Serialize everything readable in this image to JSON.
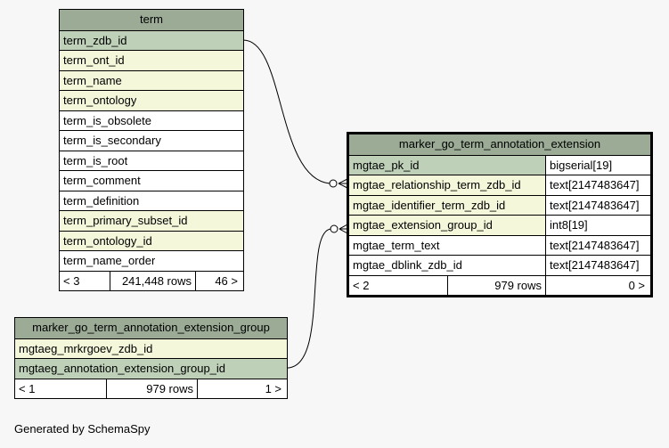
{
  "term": {
    "title": "term",
    "columns": [
      "term_zdb_id",
      "term_ont_id",
      "term_name",
      "term_ontology",
      "term_is_obsolete",
      "term_is_secondary",
      "term_is_root",
      "term_comment",
      "term_definition",
      "term_primary_subset_id",
      "term_ontology_id",
      "term_name_order"
    ],
    "footer": {
      "parents": "< 3",
      "rows": "241,448 rows",
      "children": "46 >"
    }
  },
  "extension": {
    "title": "marker_go_term_annotation_extension",
    "columns": [
      {
        "name": "mgtae_pk_id",
        "type": "bigserial[19]"
      },
      {
        "name": "mgtae_relationship_term_zdb_id",
        "type": "text[2147483647]"
      },
      {
        "name": "mgtae_identifier_term_zdb_id",
        "type": "text[2147483647]"
      },
      {
        "name": "mgtae_extension_group_id",
        "type": "int8[19]"
      },
      {
        "name": "mgtae_term_text",
        "type": "text[2147483647]"
      },
      {
        "name": "mgtae_dblink_zdb_id",
        "type": "text[2147483647]"
      }
    ],
    "footer": {
      "parents": "< 2",
      "rows": "979 rows",
      "children": "0 >"
    }
  },
  "group": {
    "title": "marker_go_term_annotation_extension_group",
    "columns": [
      "mgtaeg_mrkrgoev_zdb_id",
      "mgtaeg_annotation_extension_group_id"
    ],
    "footer": {
      "parents": "< 1",
      "rows": "979 rows",
      "children": "1 >"
    }
  },
  "colors": {
    "header": "#9bab96",
    "primary_key": "#bed1b8",
    "foreign_key": "#f4f7da",
    "background": "#f7f7f7"
  },
  "generated_by": "Generated by SchemaSpy"
}
